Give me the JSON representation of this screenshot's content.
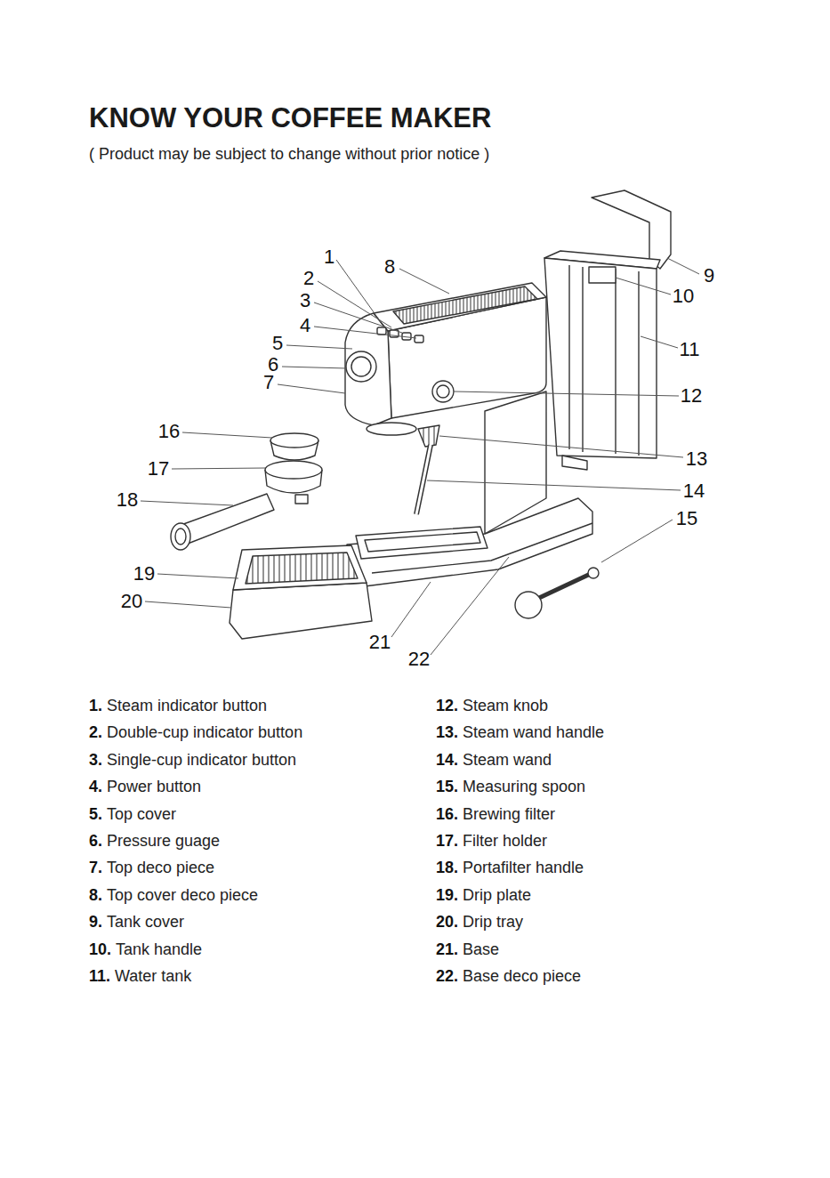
{
  "diagram": {
    "title": "KNOW YOUR COFFEE MAKER",
    "labels": [
      "( Product may be subject to change without prior notice )",
      "1",
      "2",
      "3",
      "4",
      "5",
      "6",
      "7",
      "8",
      "9",
      "10",
      "11",
      "12",
      "13",
      "14",
      "15",
      "16",
      "17",
      "18",
      "19",
      "20",
      "21",
      "22",
      "1.",
      "Steam indicator button",
      "2.",
      "Double-cup indicator button",
      "3.",
      "Single-cup indicator button",
      "4.",
      "Power button",
      "5.",
      "Top cover",
      "6.",
      "Pressure guage",
      "7.",
      "Top deco piece",
      "8.",
      "Top cover deco piece",
      "9.",
      "Tank cover",
      "10.",
      "Tank handle",
      "11.",
      "Water tank",
      "12.",
      "Steam knob",
      "13.",
      "Steam wand handle",
      "14.",
      "Steam wand",
      "15.",
      "Measuring spoon",
      "16.",
      "Brewing filter",
      "17.",
      "Filter holder",
      "18.",
      "Portafilter handle",
      "19.",
      "Drip plate",
      "20.",
      "Drip tray",
      "21.",
      "Base",
      "22.",
      "Base deco piece"
    ]
  }
}
